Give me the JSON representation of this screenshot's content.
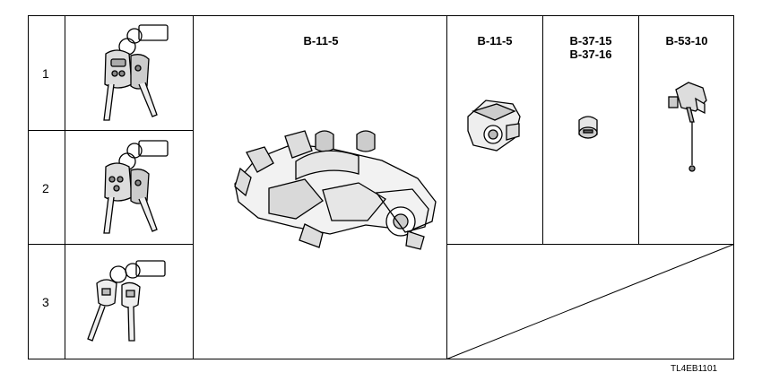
{
  "rows": [
    {
      "number": "1"
    },
    {
      "number": "2"
    },
    {
      "number": "3"
    }
  ],
  "parts": [
    {
      "code": "B-11-5"
    },
    {
      "code": "B-11-5"
    },
    {
      "code_line1": "B-37-15",
      "code_line2": "B-37-16"
    },
    {
      "code": "B-53-10"
    }
  ],
  "diagram_code": "TL4EB1101"
}
